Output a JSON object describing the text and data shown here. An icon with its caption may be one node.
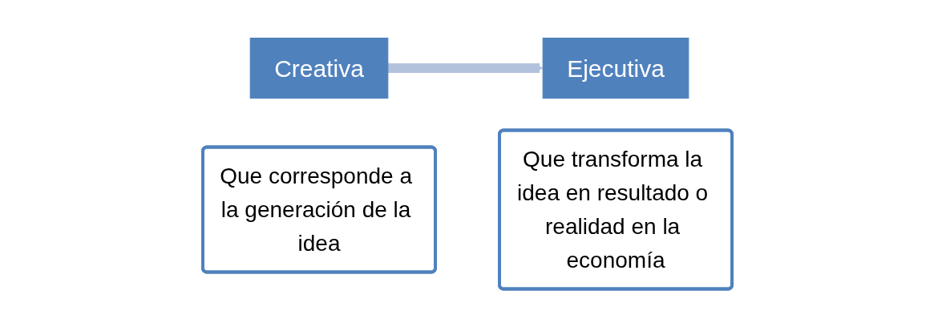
{
  "diagram": {
    "nodes": [
      {
        "text": [
          "Creativa"
        ]
      },
      {
        "text": [
          "Que corresponde a la generación de la idea"
        ]
      },
      {
        "text": [
          "Ejecutiva"
        ]
      },
      {
        "text": [
          "Que transforma la idea en resultado o realidad en la economía"
        ]
      }
    ],
    "edges": [
      {
        "from": 0,
        "to": 2,
        "arrow": "to"
      }
    ]
  }
}
